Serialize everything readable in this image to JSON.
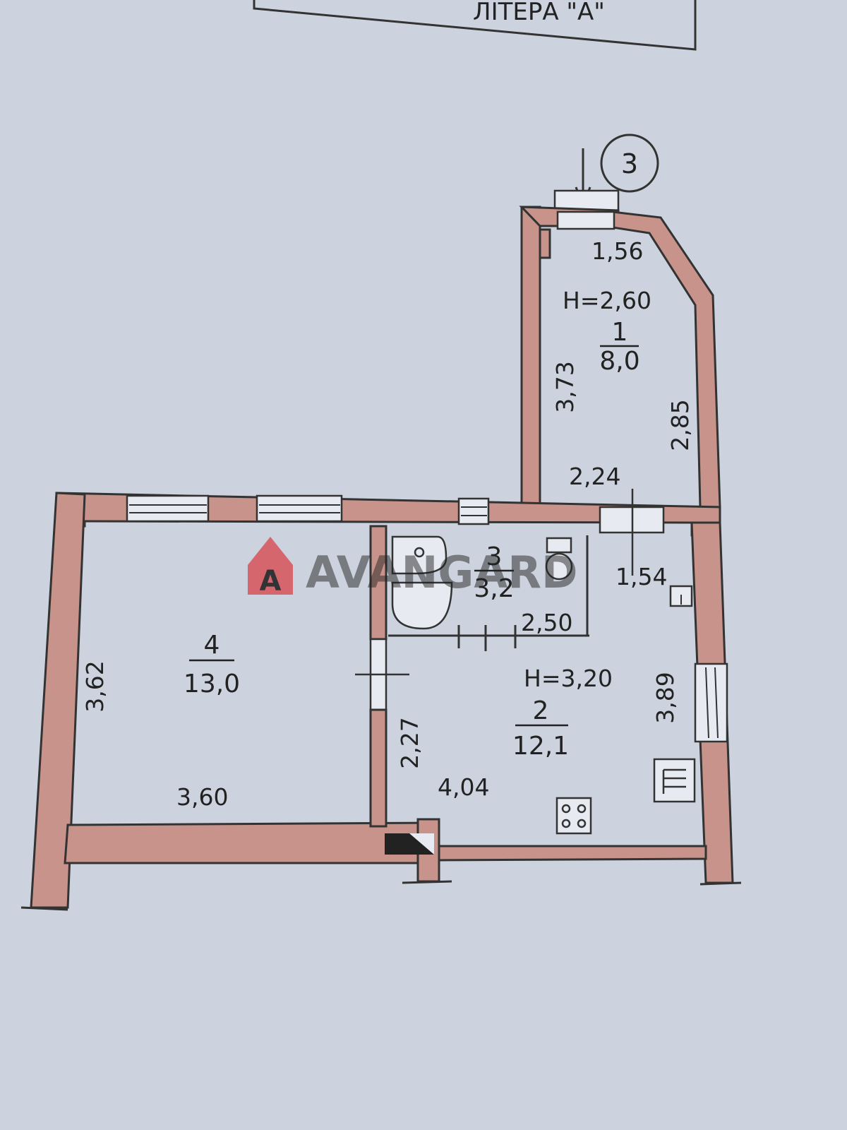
{
  "header": {
    "title": "ЛІТЕРА \"А\""
  },
  "marker": {
    "number": "3"
  },
  "watermark": {
    "logo_letter": "A",
    "text": "AVANGARD"
  },
  "rooms": [
    {
      "number": "1",
      "area": "8,0",
      "height": "H=2,60"
    },
    {
      "number": "2",
      "area": "12,1",
      "height": "H=3,20"
    },
    {
      "number": "3",
      "area": "3,2"
    },
    {
      "number": "4",
      "area": "13,0"
    }
  ],
  "dimensions": {
    "room1_top": "1,56",
    "room1_left": "3,73",
    "room1_right": "2,85",
    "room1_bottom": "2,24",
    "hall_right_top": "1,54",
    "bath_bottom": "2,50",
    "room2_right": "3,89",
    "room2_left": "2,27",
    "room2_bottom": "4,04",
    "room4_left": "3,62",
    "room4_bottom": "3,60"
  },
  "colors": {
    "wall": "#c7938a",
    "paper": "#ccd3de",
    "logo_red": "#d9333a",
    "logo_grey": "#8a8f99"
  }
}
